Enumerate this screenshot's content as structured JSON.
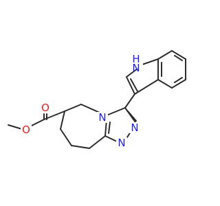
{
  "molecule": {
    "atom_labels": {
      "indole_nh": "H",
      "indole_n": "N",
      "triazole_n4": "N",
      "triazole_n1": "N",
      "triazole_n2": "N",
      "ester_o_carbonyl": "O",
      "ester_o_ether": "O"
    },
    "colors": {
      "bond": "#2b2b2b",
      "nitrogen": "#1f1fe0",
      "oxygen": "#e01f1f"
    }
  }
}
